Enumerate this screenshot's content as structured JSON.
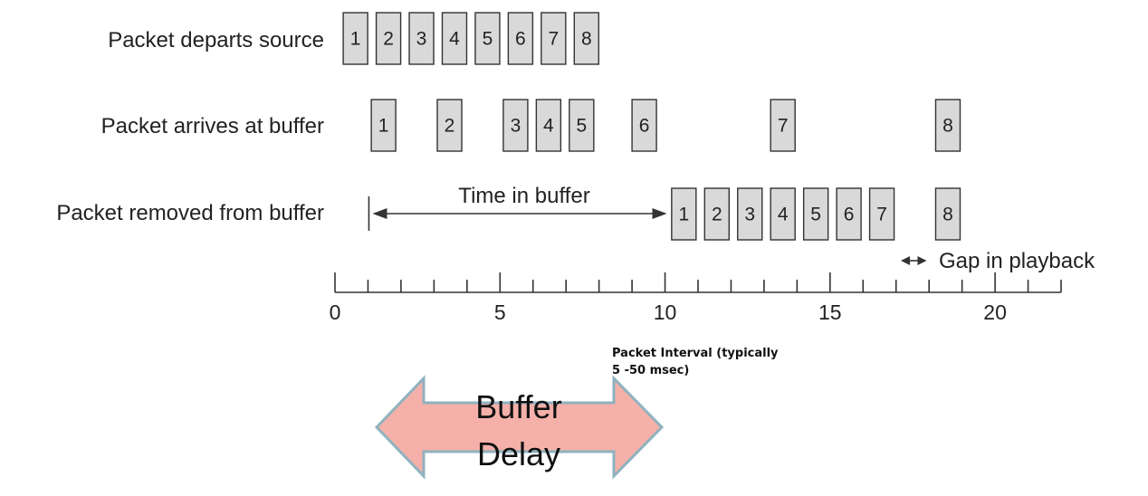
{
  "rows": [
    {
      "label": "Packet departs source",
      "packets": [
        {
          "n": "1",
          "t": 0.25
        },
        {
          "n": "2",
          "t": 1.25
        },
        {
          "n": "3",
          "t": 2.25
        },
        {
          "n": "4",
          "t": 3.25
        },
        {
          "n": "5",
          "t": 4.25
        },
        {
          "n": "6",
          "t": 5.25
        },
        {
          "n": "7",
          "t": 6.25
        },
        {
          "n": "8",
          "t": 7.25
        }
      ]
    },
    {
      "label": "Packet arrives at buffer",
      "packets": [
        {
          "n": "1",
          "t": 1.1
        },
        {
          "n": "2",
          "t": 3.1
        },
        {
          "n": "3",
          "t": 5.1
        },
        {
          "n": "4",
          "t": 6.1
        },
        {
          "n": "5",
          "t": 7.1
        },
        {
          "n": "6",
          "t": 9.0
        },
        {
          "n": "7",
          "t": 13.2
        },
        {
          "n": "8",
          "t": 18.2
        }
      ]
    },
    {
      "label": "Packet removed from buffer",
      "packets": [
        {
          "n": "1",
          "t": 10.2
        },
        {
          "n": "2",
          "t": 11.2
        },
        {
          "n": "3",
          "t": 12.2
        },
        {
          "n": "4",
          "t": 13.2
        },
        {
          "n": "5",
          "t": 14.2
        },
        {
          "n": "6",
          "t": 15.2
        },
        {
          "n": "7",
          "t": 16.2
        },
        {
          "n": "8",
          "t": 18.2
        }
      ]
    }
  ],
  "axis": {
    "min": 0,
    "max": 22,
    "minor_step": 1,
    "labels": [
      "0",
      "5",
      "10",
      "15",
      "20"
    ]
  },
  "time_in_buffer": {
    "label": "Time in buffer",
    "from": 1.0,
    "to": 10.0
  },
  "gap_in_playback": {
    "label": "Gap in playback",
    "from": 17.2,
    "to": 18.2
  },
  "packet_interval_note": {
    "line1": "Packet Interval (typically",
    "line2": "5 -50 msec)"
  },
  "buffer_delay": {
    "line1": "Buffer",
    "line2": "Delay",
    "fill": "#f4b0a9",
    "stroke": "#8fb2bf"
  }
}
